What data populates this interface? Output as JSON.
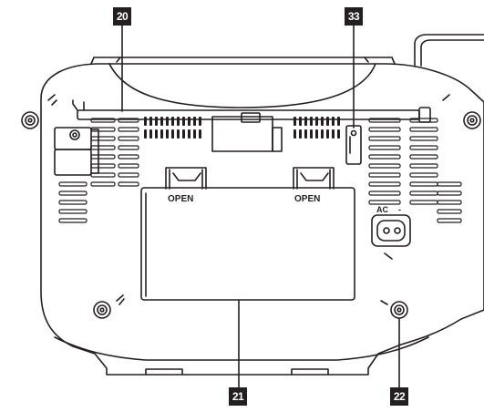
{
  "callouts": {
    "antenna": "20",
    "battery_door": "21",
    "ac_socket": "22",
    "switch": "33"
  },
  "labels": {
    "open_left": "OPEN",
    "open_right": "OPEN",
    "ac": "AC"
  },
  "colors": {
    "line": "#231f20",
    "callout_bg": "#231f20",
    "callout_text": "#ffffff"
  }
}
